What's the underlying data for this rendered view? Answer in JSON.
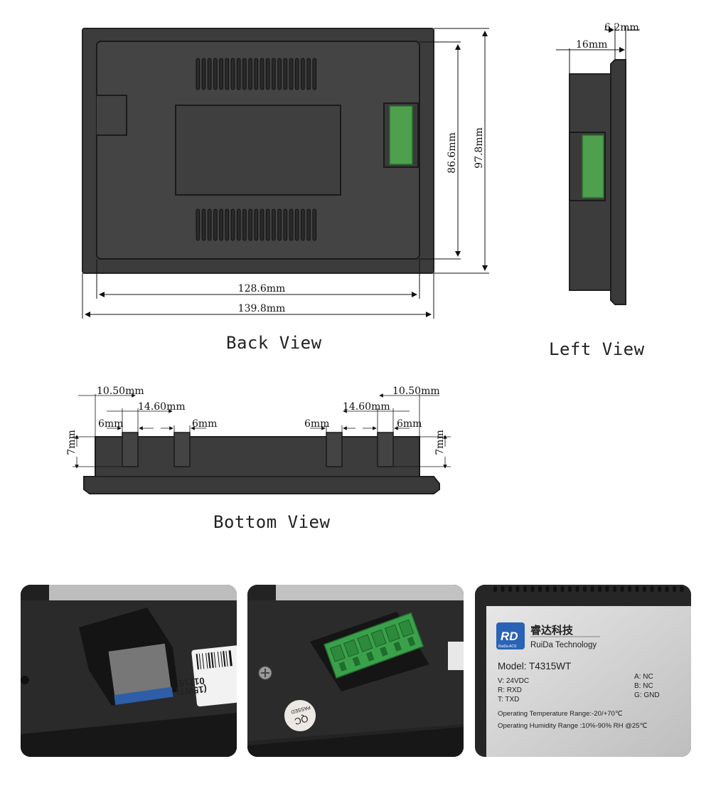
{
  "views": {
    "back": {
      "caption": "Back View",
      "dims": {
        "height_outer": "97.8mm",
        "height_inner": "86.6mm",
        "width_inner": "128.6mm",
        "width_outer": "139.8mm"
      }
    },
    "left": {
      "caption": "Left View",
      "dims": {
        "bezel": "6.2mm",
        "depth": "16mm"
      }
    },
    "bottom": {
      "caption": "Bottom View",
      "dims": {
        "left_offset": "10.50mm",
        "left_gap": "14.60mm",
        "left_w1": "6mm",
        "left_w2": "6mm",
        "left_h": "7mm",
        "right_offset": "10.50mm",
        "right_gap": "14.60mm",
        "right_w1": "6mm",
        "right_w2": "6mm",
        "right_h": "7mm"
      }
    }
  },
  "photos": {
    "sd": {
      "sticker_line1": "01715",
      "sticker_line2": "(15WT)"
    },
    "terminal": {
      "qc_line1": "QC",
      "qc_line2": "PASSED"
    },
    "label": {
      "brand_logo": "RD",
      "brand_sub": "RuiDa ACS",
      "brand_cn": "睿达科技",
      "brand_en": "RuiDa Technology",
      "model": "Model: T4315WT",
      "pins_left": [
        "V:  24VDC",
        "R:  RXD",
        "T:  TXD"
      ],
      "pins_right": [
        "A:  NC",
        "B:  NC",
        "G:  GND"
      ],
      "temp": "Operating Temperature Range:-20/+70℃",
      "humidity": "Operating Humidity Range :10%-90% RH @25℃"
    }
  }
}
